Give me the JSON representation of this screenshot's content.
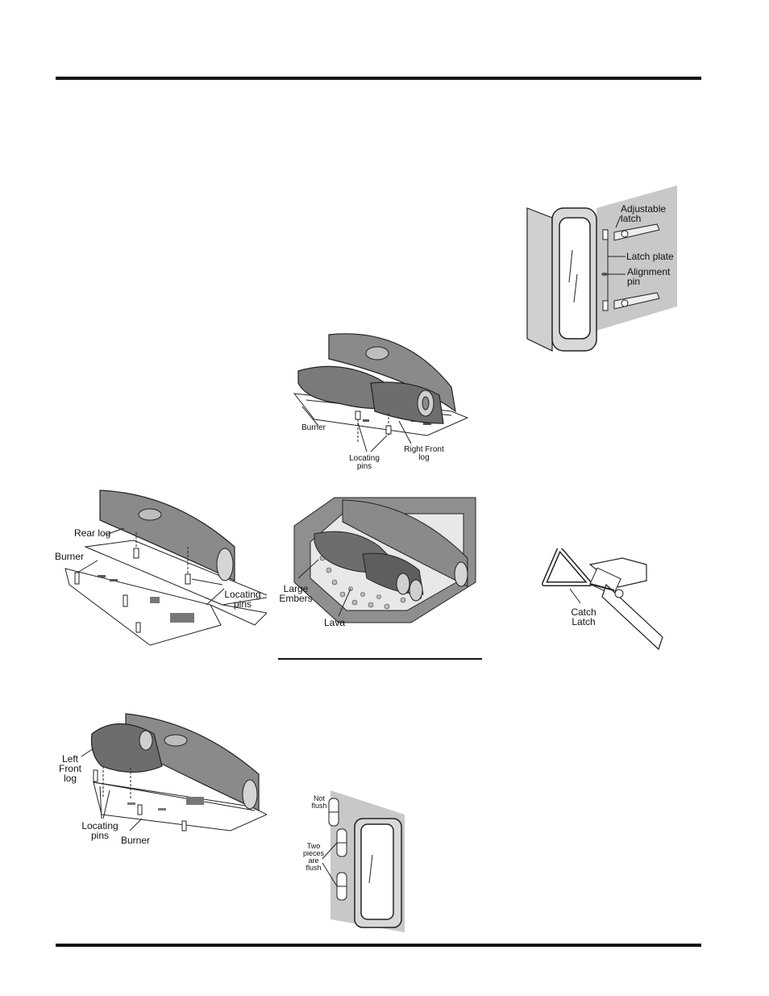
{
  "figures": {
    "right_front_log": {
      "burner": "Burner",
      "locating_pins": [
        "Locating",
        "pins"
      ],
      "right_front_log": [
        "Right Front",
        "log"
      ]
    },
    "rear_log": {
      "rear_log": "Rear log",
      "burner": "Burner",
      "locating_pins": [
        "Locating",
        "pins"
      ]
    },
    "embers_lava": {
      "large_embers": [
        "Large",
        "Embers"
      ],
      "lava": "Lava"
    },
    "left_front_log": {
      "left_front_log": [
        "Left",
        "Front",
        "log"
      ],
      "locating_pins": [
        "Locating",
        "pins"
      ],
      "burner": "Burner"
    },
    "door_latch": {
      "adjustable_latch": [
        "Adjustable",
        "latch"
      ],
      "latch_plate": "Latch plate",
      "alignment_pin": [
        "Alignment",
        "pin"
      ]
    },
    "catch_latch": {
      "catch_latch": [
        "Catch",
        "Latch"
      ]
    },
    "flush_hinge": {
      "not_flush": [
        "Not",
        "flush"
      ],
      "two_pieces_flush": [
        "Two",
        "pieces",
        "are",
        "flush"
      ]
    }
  }
}
